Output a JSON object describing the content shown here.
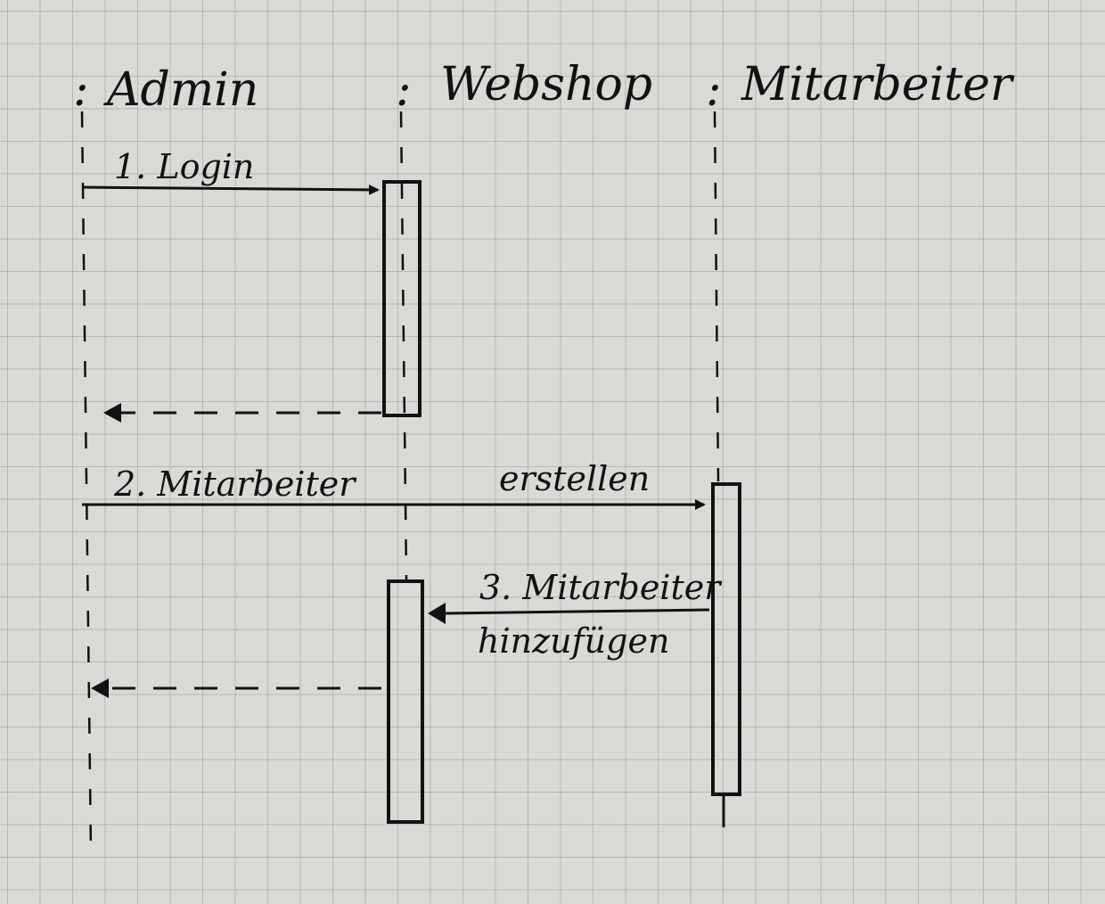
{
  "participants": [
    {
      "name": "Admin",
      "prefix": ":"
    },
    {
      "name": "Webshop",
      "prefix": ":"
    },
    {
      "name": "Mitarbeiter",
      "prefix": ":"
    }
  ],
  "messages": [
    {
      "label": "1. Login"
    },
    {
      "label": "2. Mitarbeiter",
      "label_continued": "erstellen"
    },
    {
      "label": "3. Mitarbeiter",
      "label_continued": "hinzufügen"
    }
  ],
  "colors": {
    "ink": "#111111",
    "paper": "#d9d9d6",
    "grid": "#8a8a8a"
  }
}
